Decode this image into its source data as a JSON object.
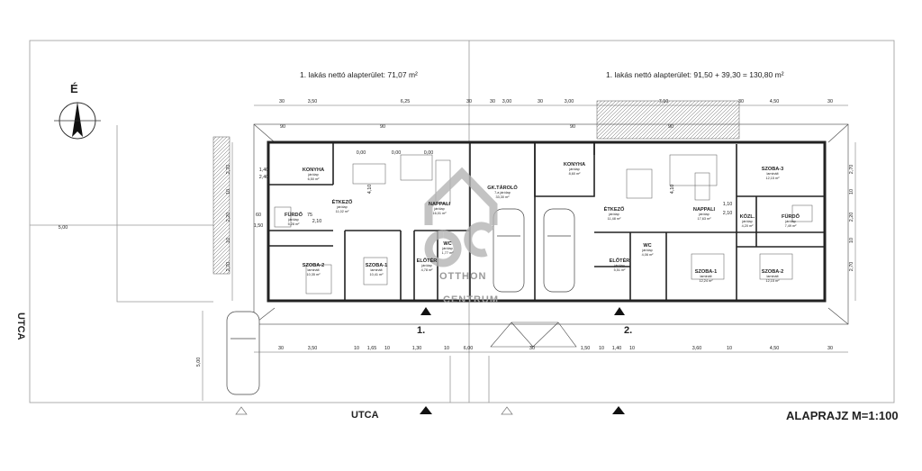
{
  "header": {
    "left_area": "1. lakás nettó alapterület:  71,07 m²",
    "right_area": "1. lakás nettó alapterület:  91,50 + 39,30 = 130,80 m²"
  },
  "compass": {
    "north": "É"
  },
  "street": {
    "bottom": "UTCA",
    "left": "UTCA"
  },
  "title": "ALAPRAJZ  M=1:100",
  "watermark": {
    "line1": "OTTHON",
    "line2": "CENTRUM"
  },
  "entrances": {
    "one": "1.",
    "two": "2."
  },
  "rooms": [
    {
      "name": "KONYHA",
      "floor": "járólap",
      "area": "6,50 m²"
    },
    {
      "name": "ÉTKEZŐ",
      "floor": "járólap",
      "area": "11,02 m²"
    },
    {
      "name": "NAPPALI",
      "floor": "járólap",
      "area": "16,01 m²"
    },
    {
      "name": "FÜRDŐ",
      "floor": "járólap",
      "area": "5,28 m²"
    },
    {
      "name": "SZOBA-2",
      "floor": "laminált",
      "area": "10,35 m²"
    },
    {
      "name": "SZOBA-1",
      "floor": "laminált",
      "area": "10,41 m²"
    },
    {
      "name": "ELŐTÉR",
      "floor": "járólap",
      "area": "4,78 m²"
    },
    {
      "name": "WC",
      "floor": "járólap",
      "area": "1,77 m²"
    },
    {
      "name": "GK.TÁROLÓ",
      "floor": "7,a járólap",
      "area": "33,30 m²"
    },
    {
      "name": "KONYHA",
      "floor": "járólap",
      "area": "8,60 m²"
    },
    {
      "name": "ÉTKEZŐ",
      "floor": "járólap",
      "area": "11,48 m²"
    },
    {
      "name": "NAPPALI",
      "floor": "járólap",
      "area": "17,63 m²"
    },
    {
      "name": "SZOBA-3",
      "floor": "laminált",
      "area": "12,15 m²"
    },
    {
      "name": "KÖZL.",
      "floor": "járólap",
      "area": "4,20 m²"
    },
    {
      "name": "FÜRDŐ",
      "floor": "járólap",
      "area": "7,49 m²"
    },
    {
      "name": "WC",
      "floor": "járólap",
      "area": "4,06 m²"
    },
    {
      "name": "ELŐTÉR",
      "floor": "járólap",
      "area": "5,51 m²"
    },
    {
      "name": "SZOBA-1",
      "floor": "laminált",
      "area": "12,24 m²"
    },
    {
      "name": "SZOBA-2",
      "floor": "laminált",
      "area": "12,15 m²"
    }
  ],
  "dims_top": [
    "30",
    "3,50",
    "6,25",
    "30",
    "30",
    "3,00",
    "30",
    "3,00",
    "7,10",
    "30",
    "4,50",
    "30"
  ],
  "dims_bottom": [
    "30",
    "3,50",
    "10",
    "1,65",
    "10",
    "1,30",
    "10",
    "6,00",
    "30",
    "1,50",
    "10",
    "1,40",
    "10",
    "3,60",
    "10",
    "4,50",
    "30"
  ],
  "dims_left": [
    "2,70",
    "10",
    "2,20",
    "10",
    "2,70"
  ],
  "dims_right": [
    "2,70",
    "10",
    "2,20",
    "10",
    "2,70"
  ],
  "dims_misc": [
    "5,00",
    "5,00",
    "90",
    "90",
    "90",
    "90",
    "1,40",
    "2,40",
    "60",
    "1,50",
    "1,10",
    "2,10",
    "75",
    "2,10",
    "4,10",
    "4,10",
    "0,00",
    "0,00",
    "0,00"
  ]
}
